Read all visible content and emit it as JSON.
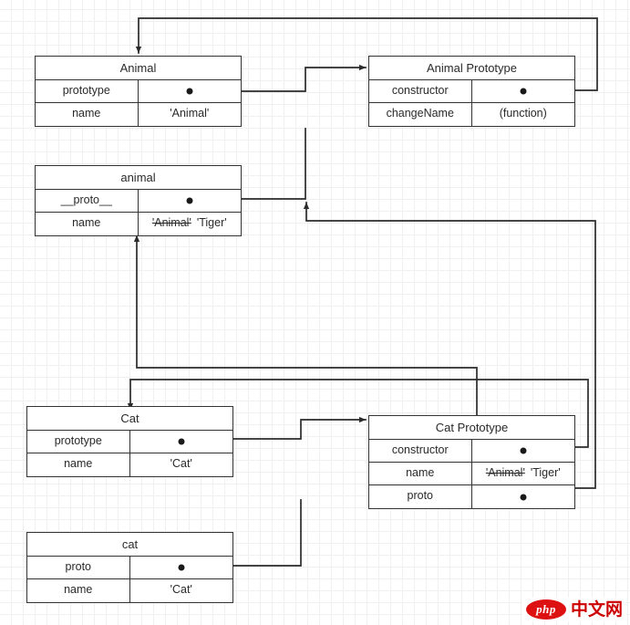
{
  "diagram": {
    "title": "JavaScript prototype chain diagram",
    "colors": {
      "line": "#333333",
      "node_border": "#333333",
      "grid_minor": "#f0f0f0",
      "grid_major": "#e4e4e4",
      "background": "#ffffff",
      "watermark_red": "#cc0000"
    },
    "nodes": [
      {
        "id": "animal-constructor",
        "title": "Animal",
        "rows": [
          {
            "key": "prototype",
            "value": "",
            "kind": "pointer"
          },
          {
            "key": "name",
            "value": "'Animal'",
            "kind": "text"
          }
        ]
      },
      {
        "id": "animal-prototype",
        "title": "Animal Prototype",
        "rows": [
          {
            "key": "constructor",
            "value": "",
            "kind": "pointer"
          },
          {
            "key": "changeName",
            "value": "(function)",
            "kind": "text"
          }
        ]
      },
      {
        "id": "animal-instance",
        "title": "animal",
        "rows": [
          {
            "key": "__proto__",
            "value": "",
            "kind": "pointer"
          },
          {
            "key": "name",
            "value_struck": "'Animal'",
            "value": "'Tiger'",
            "kind": "pair"
          }
        ]
      },
      {
        "id": "cat-constructor",
        "title": "Cat",
        "rows": [
          {
            "key": "prototype",
            "value": "",
            "kind": "pointer"
          },
          {
            "key": "name",
            "value": "'Cat'",
            "kind": "text"
          }
        ]
      },
      {
        "id": "cat-prototype",
        "title": "Cat Prototype",
        "rows": [
          {
            "key": "constructor",
            "value": "",
            "kind": "pointer"
          },
          {
            "key": "name",
            "value_struck": "'Animal'",
            "value": "'Tiger'",
            "kind": "pair"
          },
          {
            "key": "proto",
            "value": "",
            "kind": "pointer"
          }
        ]
      },
      {
        "id": "cat-instance",
        "title": "cat",
        "rows": [
          {
            "key": "proto",
            "value": "",
            "kind": "pointer"
          },
          {
            "key": "name",
            "value": "'Cat'",
            "kind": "text"
          }
        ]
      }
    ],
    "watermark": {
      "badge": "php",
      "label": "中文网"
    }
  }
}
